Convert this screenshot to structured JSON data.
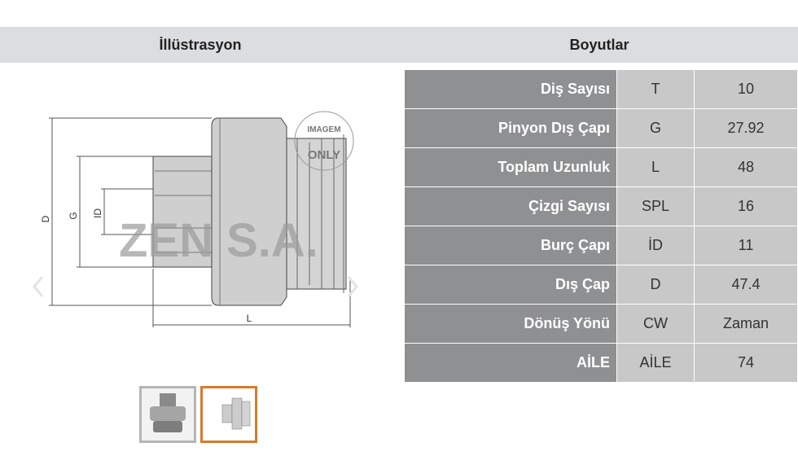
{
  "headers": {
    "illustration": "İllüstrasyon",
    "dimensions": "Boyutlar"
  },
  "drawing": {
    "labels": {
      "d": "D",
      "g": "G",
      "id": "ID",
      "l": "L"
    },
    "watermark": "ZEN S.A.",
    "stamp_top": "IMAGEM",
    "stamp_bottom": "ONLY"
  },
  "rows": [
    {
      "label": "Diş Sayısı",
      "symbol": "T",
      "value": "10"
    },
    {
      "label": "Pinyon Dış Çapı",
      "symbol": "G",
      "value": "27.92"
    },
    {
      "label": "Toplam Uzunluk",
      "symbol": "L",
      "value": "48"
    },
    {
      "label": "Çizgi Sayısı",
      "symbol": "SPL",
      "value": "16"
    },
    {
      "label": "Burç Çapı",
      "symbol": "İD",
      "value": "11"
    },
    {
      "label": "Dış Çap",
      "symbol": "D",
      "value": "47.4"
    },
    {
      "label": "Dönüş Yönü",
      "symbol": "CW",
      "value": "Zaman"
    },
    {
      "label": "AİLE",
      "symbol": "AİLE",
      "value": "74"
    }
  ],
  "colors": {
    "header_bg": "#dcdddf",
    "label_bg": "#8f9092",
    "value_bg": "#c8c8c8",
    "active_thumb": "#d77a2c"
  }
}
